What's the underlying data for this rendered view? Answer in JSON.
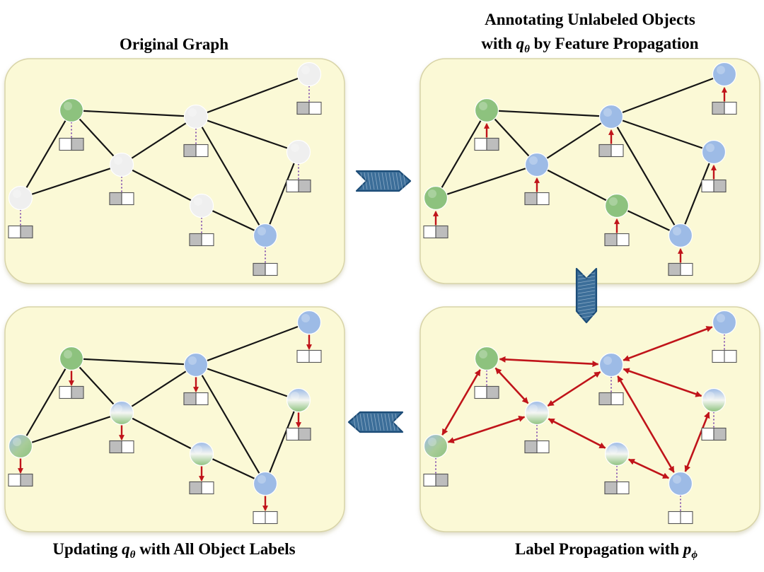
{
  "colors": {
    "title": "#8b3a12",
    "panel_fill": "#fbf9d6",
    "panel_stroke": "#d8d4a8",
    "edge": "#151515",
    "propagation_edge": "#c0141a",
    "node_green": "#8dc27e",
    "node_blue": "#9dbbe6",
    "node_gray": "#efefef",
    "label_gray": "#bdbdbd",
    "dotted_link": "#8e5fb3",
    "step_arrow": "#1d4d78"
  },
  "titles": {
    "original": {
      "line1": "Original Graph"
    },
    "annotate": {
      "line1": "Annotating Unlabeled Objects",
      "line2_prefix": "with ",
      "line2_symbol": "q",
      "line2_subscript": "θ",
      "line2_suffix": " by Feature Propagation"
    },
    "update": {
      "prefix": "Updating ",
      "symbol": "q",
      "subscript": "θ",
      "suffix": " with All Object Labels"
    },
    "label_prop": {
      "prefix": "Label Propagation with ",
      "symbol": "p",
      "subscript": "ϕ",
      "suffix": ""
    }
  },
  "panels": [
    {
      "id": "original",
      "connector": "dotted",
      "edge_style": "plain",
      "node_fills": [
        "green",
        "gray",
        "gray",
        "gray",
        "gray",
        "gray",
        "gray",
        "blue"
      ],
      "label_boxes": [
        "right-gray",
        "left-gray",
        "left-gray",
        "left-gray",
        "right-gray",
        "right-gray",
        "left-gray",
        "left-gray"
      ]
    },
    {
      "id": "annotate",
      "connector": "arrow-up",
      "edge_style": "plain",
      "node_fills": [
        "green",
        "blue",
        "blue",
        "blue",
        "blue",
        "green",
        "green",
        "blue"
      ],
      "label_boxes": [
        "right-gray",
        "left-gray",
        "left-gray",
        "left-gray",
        "right-gray",
        "right-gray",
        "left-gray",
        "left-gray"
      ]
    },
    {
      "id": "label_prop",
      "connector": "dotted",
      "edge_style": "bidirectional",
      "node_fills": [
        "green",
        "blue",
        "mixed",
        "blue",
        "mixed",
        "mixed",
        "mixed",
        "blue"
      ],
      "label_boxes": [
        "right-gray",
        "none-white",
        "left-gray",
        "left-gray",
        "right-gray",
        "right-gray",
        "left-gray",
        "none-white"
      ]
    },
    {
      "id": "update",
      "connector": "arrow-down",
      "edge_style": "plain",
      "node_fills": [
        "green",
        "blue",
        "mixed",
        "blue",
        "mixed",
        "mixed",
        "mixed",
        "blue"
      ],
      "label_boxes": [
        "right-gray",
        "none-white",
        "left-gray",
        "left-gray",
        "right-gray",
        "right-gray",
        "left-gray",
        "none-white"
      ]
    }
  ],
  "step_arrows": [
    "right",
    "down",
    "left"
  ]
}
